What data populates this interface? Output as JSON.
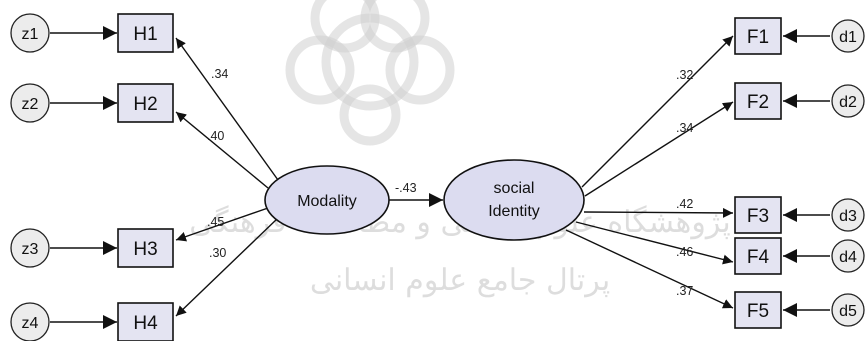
{
  "latents": {
    "modality": "Modality",
    "social_identity_line1": "social",
    "social_identity_line2": "Identity"
  },
  "left_indicators": [
    {
      "error": "z1",
      "label": "H1",
      "loading": ".34"
    },
    {
      "error": "z2",
      "label": "H2",
      "loading": ".40"
    },
    {
      "error": "z3",
      "label": "H3",
      "loading": ".45"
    },
    {
      "error": "z4",
      "label": "H4",
      "loading": ".30"
    }
  ],
  "right_indicators": [
    {
      "error": "d1",
      "label": "F1",
      "loading": ".32"
    },
    {
      "error": "d2",
      "label": "F2",
      "loading": ".34"
    },
    {
      "error": "d3",
      "label": "F3",
      "loading": ".42"
    },
    {
      "error": "d4",
      "label": "F4",
      "loading": ".46"
    },
    {
      "error": "d5",
      "label": "F5",
      "loading": ".37"
    }
  ],
  "path_coefficient": "-.43",
  "watermark": {
    "line1": "پژوهشگاه علوم انسانی و مطالعات فرهنگی",
    "line2": "پرتال جامع علوم انسانی"
  }
}
